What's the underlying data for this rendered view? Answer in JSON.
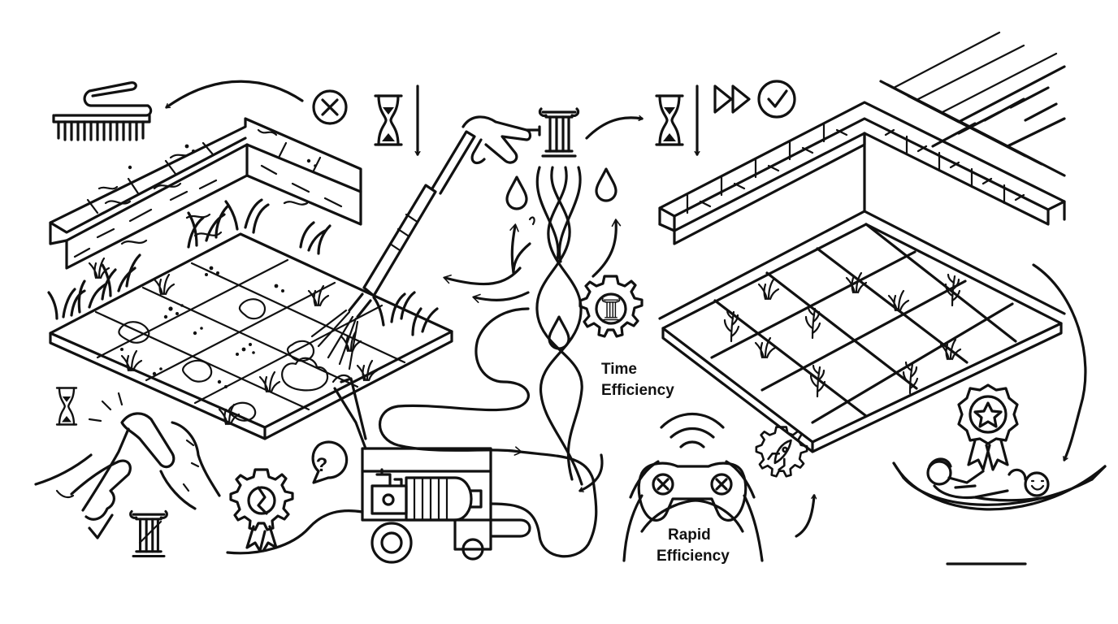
{
  "labels": {
    "time_efficiency": [
      "Time",
      "Efficiency"
    ],
    "rapid_efficiency": [
      "Rapid",
      "Efficiency"
    ],
    "question_mark": "?"
  },
  "colors": {
    "ink": "#111111",
    "background": "#ffffff"
  },
  "icons": [
    "scrub-brush-icon",
    "hourglass-icon",
    "cross-circle-icon",
    "check-circle-icon",
    "fast-forward-icon",
    "column-icon",
    "gear-column-icon",
    "gear-rocket-icon",
    "gear-broken-icon",
    "award-ribbon-icon",
    "wifi-signal-icon",
    "game-controller-icon",
    "pressure-washer-icon",
    "spray-gun-icon",
    "water-drop-icon",
    "hammock-person-icon",
    "speech-bubble-question-icon",
    "check-mark-icon"
  ],
  "scenes": {
    "before": "overgrown-patio-scene",
    "process": "pressure-washing-scene",
    "after": "clean-patio-scene"
  }
}
